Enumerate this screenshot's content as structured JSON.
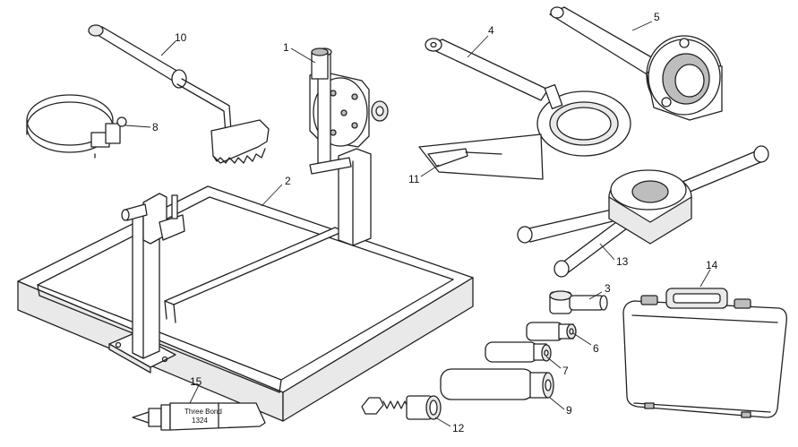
{
  "callouts": [
    {
      "id": "1",
      "label": "1"
    },
    {
      "id": "2",
      "label": "2"
    },
    {
      "id": "3",
      "label": "3"
    },
    {
      "id": "4",
      "label": "4"
    },
    {
      "id": "5",
      "label": "5"
    },
    {
      "id": "6",
      "label": "6"
    },
    {
      "id": "7",
      "label": "7"
    },
    {
      "id": "8",
      "label": "8"
    },
    {
      "id": "9",
      "label": "9"
    },
    {
      "id": "10",
      "label": "10"
    },
    {
      "id": "11",
      "label": "11"
    },
    {
      "id": "12",
      "label": "12"
    },
    {
      "id": "13",
      "label": "13"
    },
    {
      "id": "14",
      "label": "14"
    },
    {
      "id": "15",
      "label": "15"
    }
  ],
  "tube_label": {
    "brand": "Three Bond",
    "code": "1324"
  }
}
